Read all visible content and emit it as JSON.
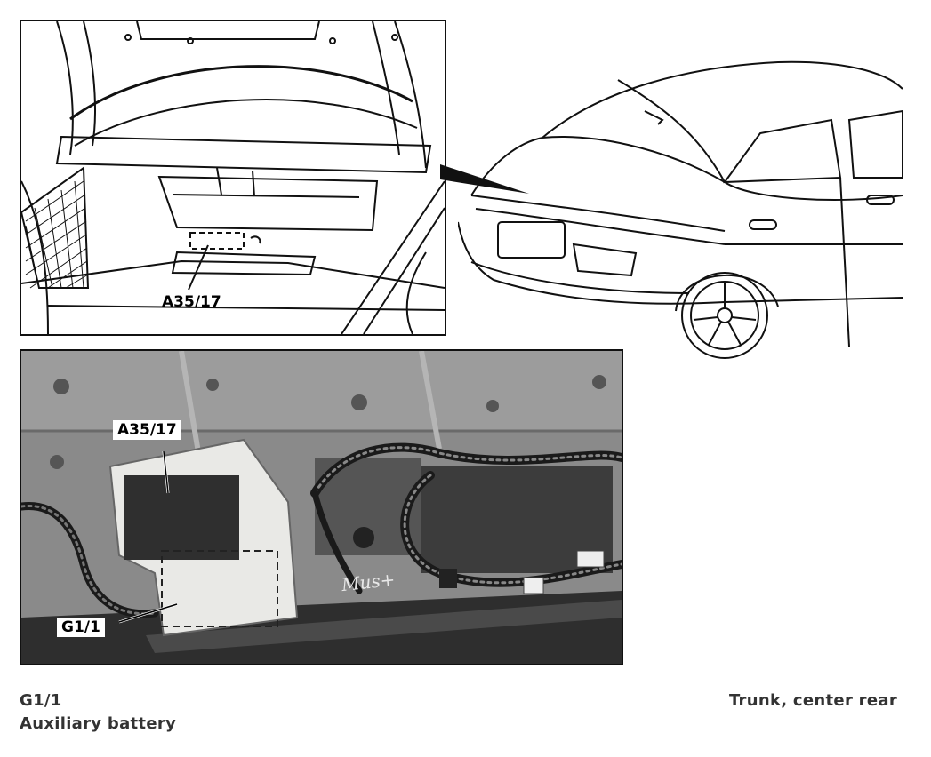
{
  "illustration": {
    "callout_label": "A35/17"
  },
  "photo": {
    "callout_a": "A35/17",
    "callout_b": "G1/1",
    "handwriting": "Mus+"
  },
  "caption": {
    "component_code": "G1/1",
    "component_name": "Auxiliary battery",
    "location": "Trunk, center rear"
  },
  "colors": {
    "line": "#111111",
    "photo_panel": "#8a8a8a",
    "module_white": "#e9e9e6",
    "caption_text": "#333333"
  }
}
